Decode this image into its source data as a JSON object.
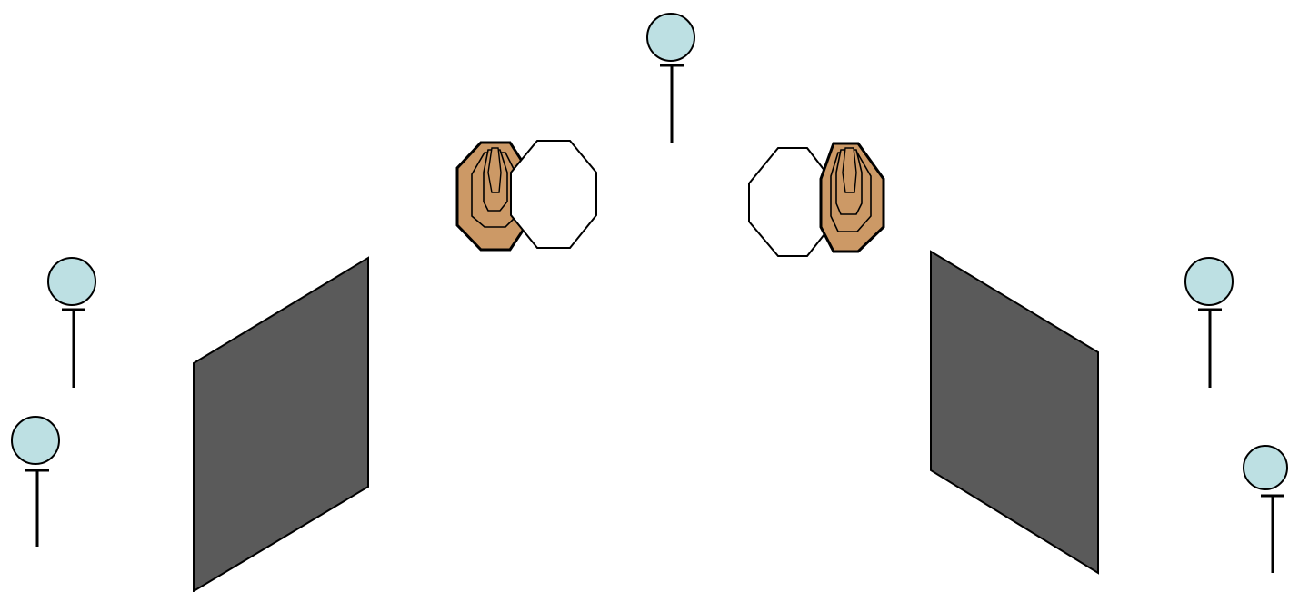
{
  "scene": {
    "background_color": "#ffffff",
    "colors": {
      "marker_fill": "#bde0e3",
      "stroke": "#000000",
      "barrier_fill": "#5a5a5a",
      "target_fill": "#cc9966",
      "no_shoot_fill": "#ffffff"
    },
    "markers": [
      {
        "id": "marker-top-center",
        "icon": "pin-marker-icon"
      },
      {
        "id": "marker-left-upper",
        "icon": "pin-marker-icon"
      },
      {
        "id": "marker-left-lower",
        "icon": "pin-marker-icon"
      },
      {
        "id": "marker-right-upper",
        "icon": "pin-marker-icon"
      },
      {
        "id": "marker-right-lower",
        "icon": "pin-marker-icon"
      }
    ],
    "barriers": [
      {
        "id": "barrier-left",
        "icon": "wall-panel-icon"
      },
      {
        "id": "barrier-right",
        "icon": "wall-panel-icon"
      }
    ],
    "target_groups": [
      {
        "id": "target-group-left",
        "shoot_target": "octagon-target-icon",
        "no_shoot": "no-shoot-octagon-icon",
        "no_shoot_side": "right"
      },
      {
        "id": "target-group-right",
        "shoot_target": "octagon-target-icon",
        "no_shoot": "no-shoot-octagon-icon",
        "no_shoot_side": "left"
      }
    ]
  }
}
